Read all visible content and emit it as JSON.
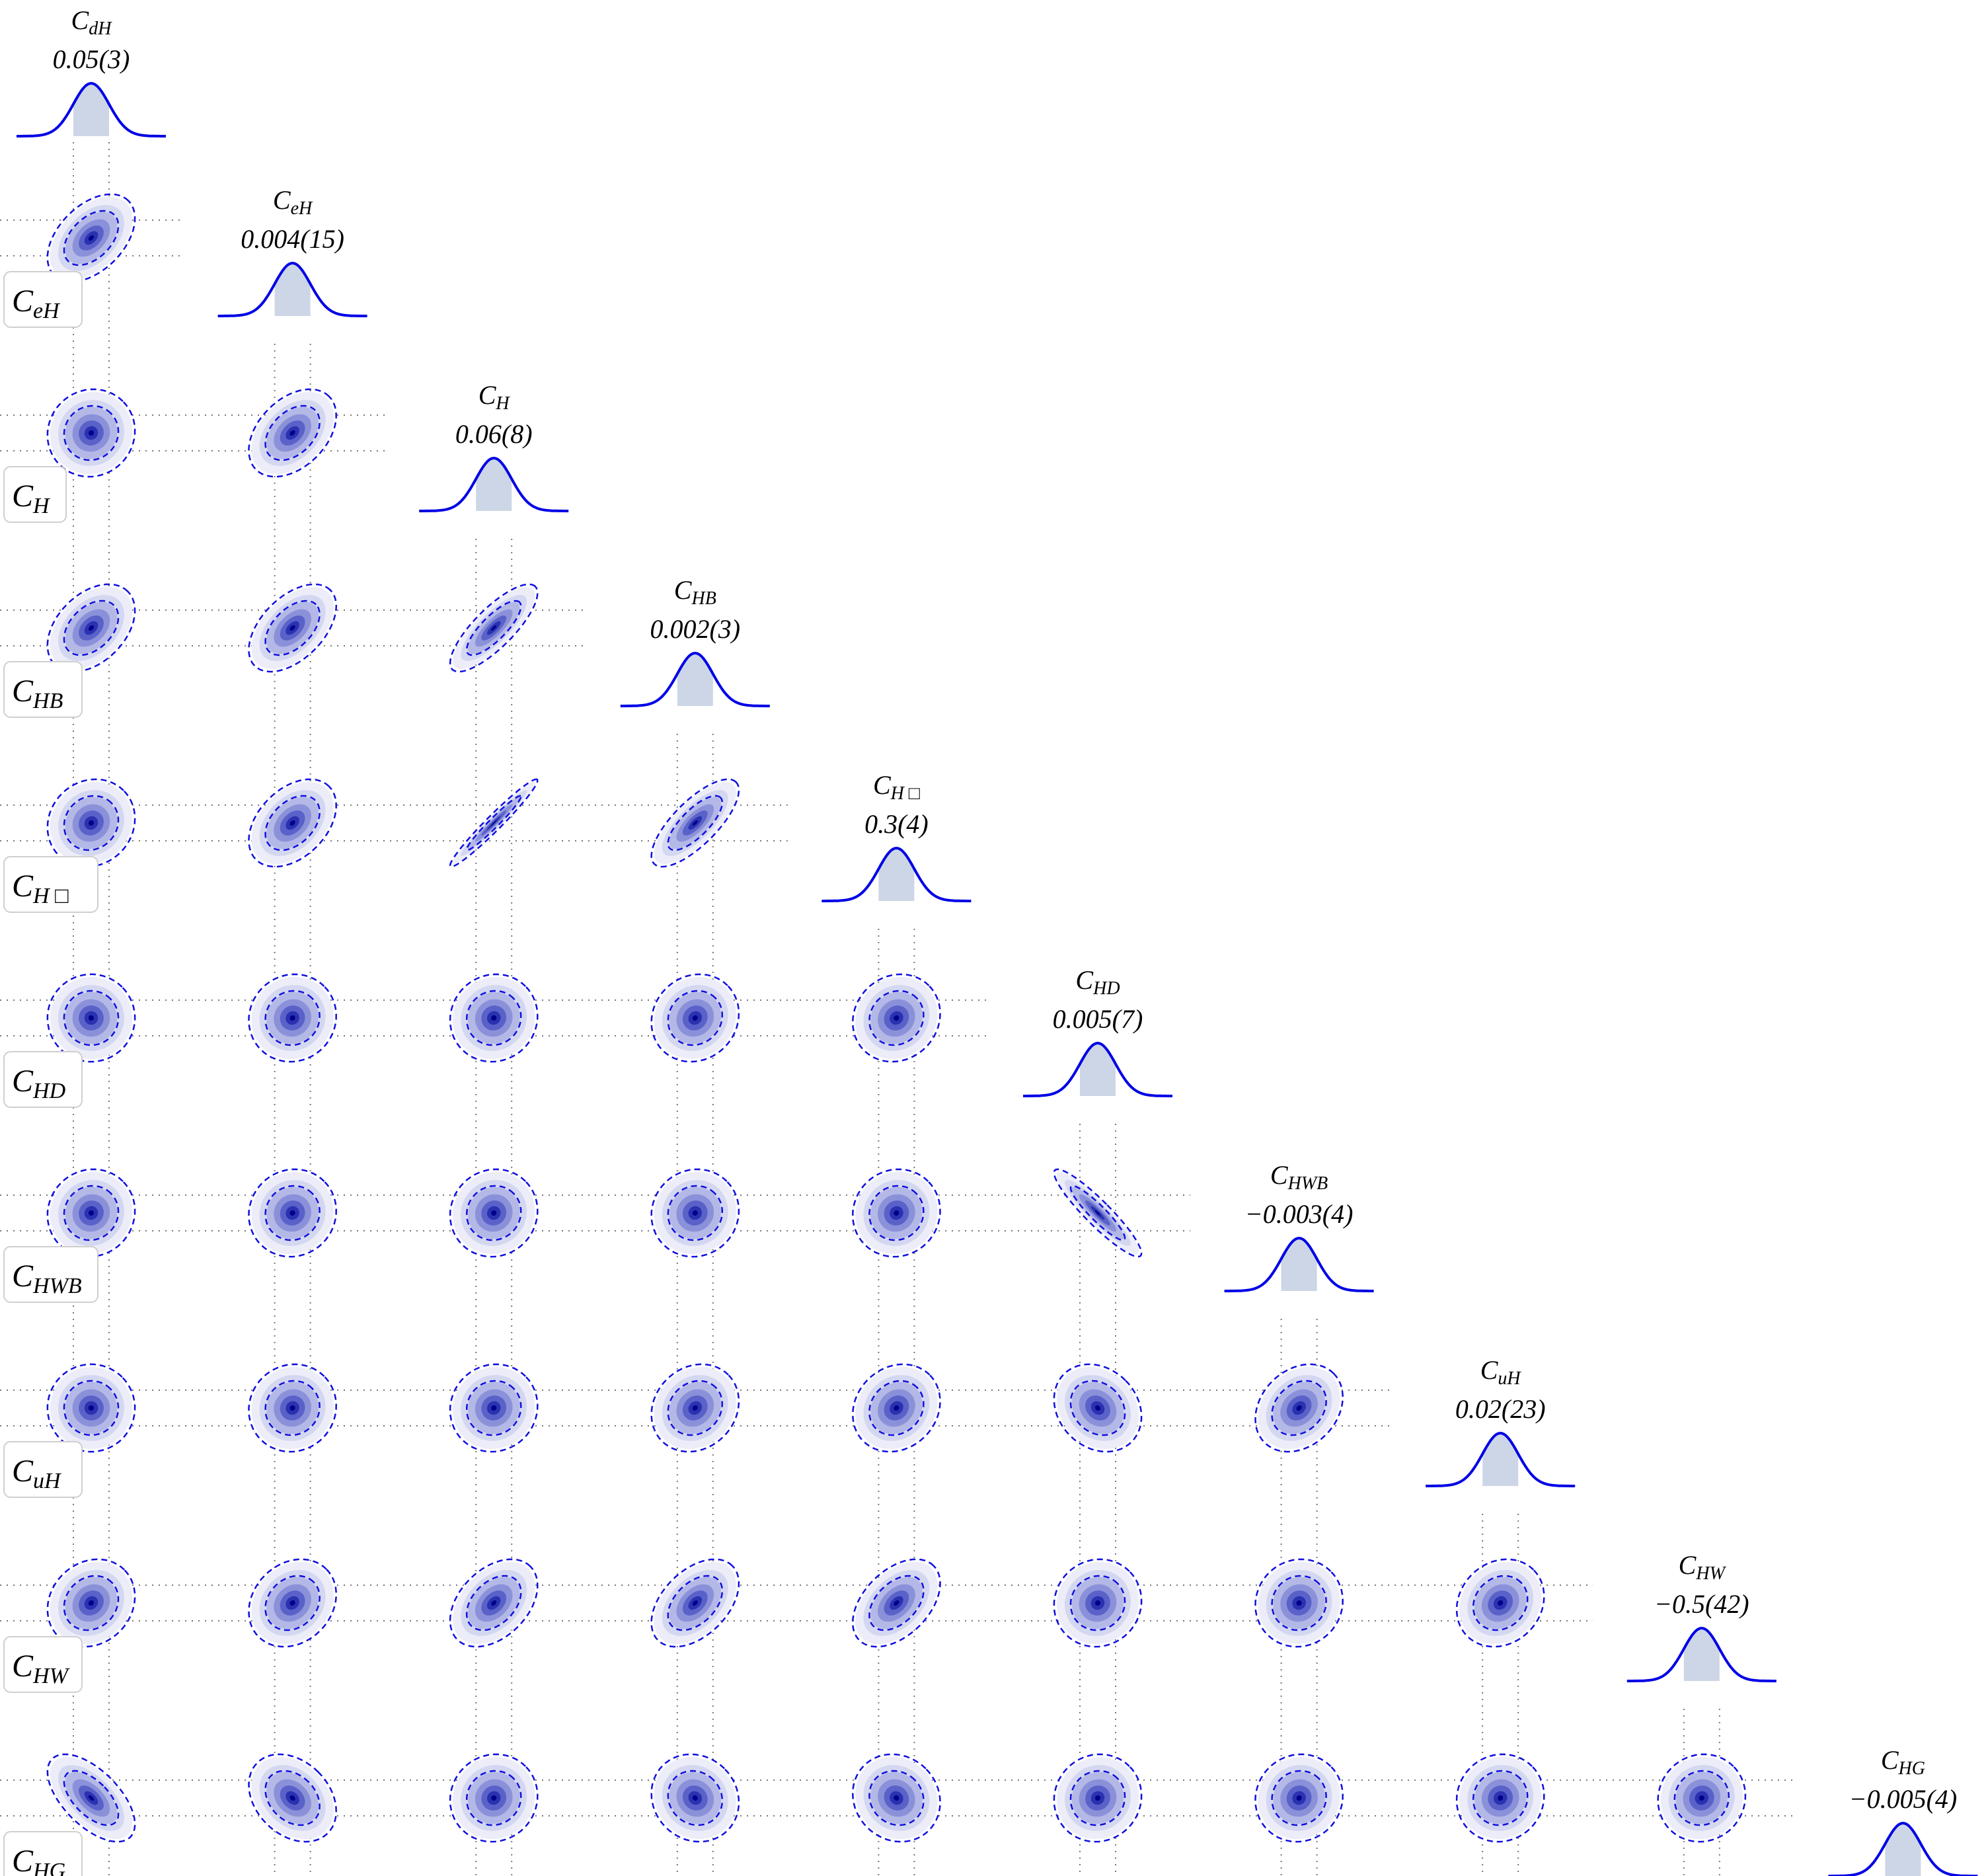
{
  "chart_data": {
    "type": "corner",
    "parameters": [
      {
        "name": "dH",
        "value_label": "0.05(3)",
        "mean": 0.05,
        "sigma": 0.03
      },
      {
        "name": "eH",
        "value_label": "0.004(15)",
        "mean": 0.004,
        "sigma": 0.015
      },
      {
        "name": "H",
        "value_label": "0.06(8)",
        "mean": 0.06,
        "sigma": 0.08
      },
      {
        "name": "HB",
        "value_label": "0.002(3)",
        "mean": 0.002,
        "sigma": 0.003
      },
      {
        "name": "H □",
        "value_label": "0.3(4)",
        "mean": 0.3,
        "sigma": 0.4
      },
      {
        "name": "HD",
        "value_label": "0.005(7)",
        "mean": 0.005,
        "sigma": 0.007
      },
      {
        "name": "HWB",
        "value_label": "−0.003(4)",
        "mean": -0.003,
        "sigma": 0.004
      },
      {
        "name": "uH",
        "value_label": "0.02(23)",
        "mean": 0.02,
        "sigma": 0.23
      },
      {
        "name": "HW",
        "value_label": "−0.5(42)",
        "mean": -0.5,
        "sigma": 4.2
      },
      {
        "name": "HG",
        "value_label": "−0.005(4)",
        "mean": -0.005,
        "sigma": 0.004
      }
    ],
    "correlations": [
      [
        1.0,
        0.45,
        0.05,
        0.4,
        0.1,
        0.0,
        0.05,
        0.0,
        0.15,
        -0.6
      ],
      [
        0.45,
        1.0,
        0.4,
        0.5,
        0.4,
        0.05,
        0.05,
        0.05,
        0.2,
        -0.3
      ],
      [
        0.05,
        0.4,
        1.0,
        0.8,
        0.97,
        0.05,
        0.05,
        0.05,
        0.4,
        0.05
      ],
      [
        0.4,
        0.5,
        0.8,
        1.0,
        0.75,
        0.1,
        0.05,
        0.15,
        0.45,
        -0.1
      ],
      [
        0.1,
        0.4,
        0.97,
        0.75,
        1.0,
        0.1,
        0.05,
        0.15,
        0.45,
        -0.1
      ],
      [
        0.0,
        0.05,
        0.05,
        0.1,
        0.1,
        1.0,
        -0.92,
        -0.2,
        0.05,
        0.05
      ],
      [
        0.05,
        0.05,
        0.05,
        0.05,
        0.05,
        -0.92,
        1.0,
        0.25,
        0.05,
        0.05
      ],
      [
        0.0,
        0.05,
        0.05,
        0.15,
        0.15,
        -0.2,
        0.25,
        1.0,
        0.15,
        0.05
      ],
      [
        0.15,
        0.2,
        0.4,
        0.45,
        0.45,
        0.05,
        0.05,
        0.15,
        1.0,
        0.05
      ],
      [
        -0.6,
        -0.3,
        0.05,
        -0.1,
        -0.1,
        0.05,
        0.05,
        0.05,
        0.05,
        1.0
      ]
    ],
    "symbol": "C",
    "marginal_fill_color": "#cdd6e6",
    "curve_color": "#0000e6",
    "contour_color": "#00008b"
  }
}
